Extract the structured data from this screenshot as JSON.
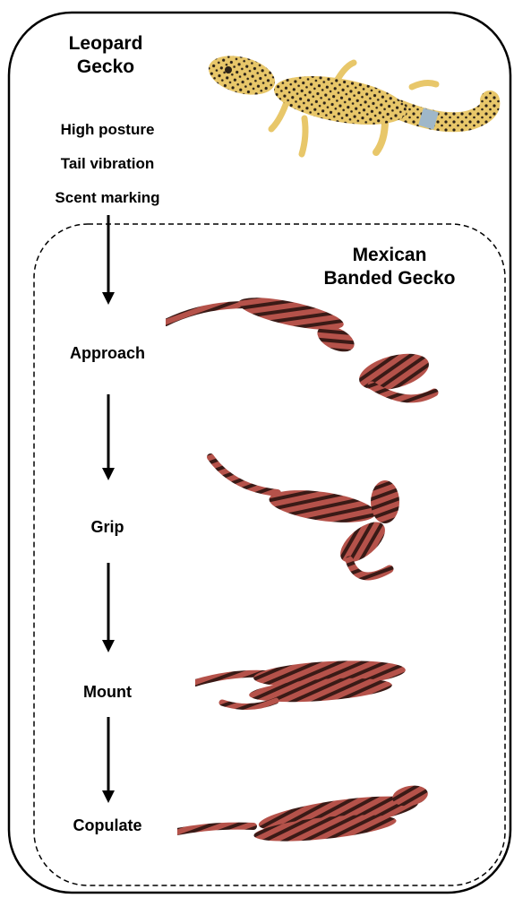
{
  "leopard": {
    "title_line1": "Leopard",
    "title_line2": "Gecko"
  },
  "behaviors": [
    "High posture",
    "Tail vibration",
    "Scent marking"
  ],
  "mexican": {
    "title_line1": "Mexican",
    "title_line2": "Banded Gecko"
  },
  "stages": [
    "Approach",
    "Grip",
    "Mount",
    "Copulate"
  ],
  "colors": {
    "leopard_body": "#e8c76a",
    "leopard_spots": "#2b2218",
    "leopard_tail_band": "#9fb7c9",
    "banded_body": "#b5524a",
    "banded_band": "#3a1a16",
    "banded_belly": "#e6b3a8"
  }
}
